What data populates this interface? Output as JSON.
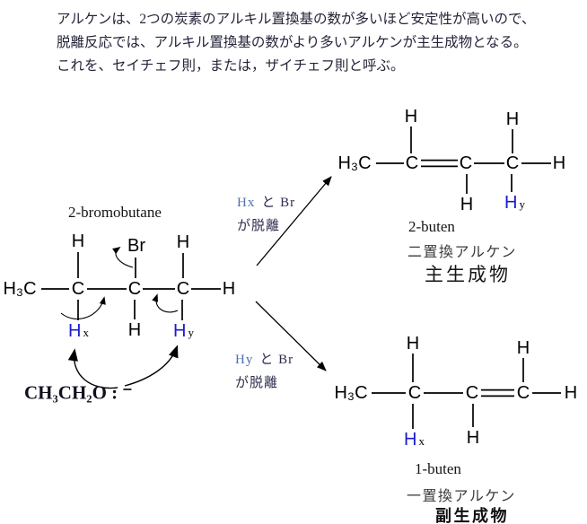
{
  "intro": {
    "line1": "アルケンは、2つの炭素のアルキル置換基の数が多いほど安定性が高いので、",
    "line2": "脱離反応では、アルキル置換基の数がより多いアルケンが主生成物となる。",
    "line3": "これを、セイチェフ則，または，ザイチェフ則と呼ぶ。"
  },
  "colors": {
    "atom_blue_h": "#1b1bd0",
    "label_blue": "#4f6fae",
    "text_dark": "#24243a",
    "bond": "#000000"
  },
  "reactant": {
    "name": "2-bromobutane",
    "reagent": "CH₃CH₂O : ⁻",
    "atoms": {
      "h3c": "H₃C",
      "c1": "C",
      "c2": "C",
      "c3": "C",
      "h_right": "H",
      "h_top_c1": "H",
      "br": "Br",
      "h_top_c3": "H",
      "hx_h": "H",
      "hx_sub": "x",
      "h_bottom_c2": "H",
      "hy_h": "H",
      "hy_sub": "y"
    }
  },
  "pathways": {
    "major": {
      "eliminated": "Hx",
      "rest": "と Br",
      "verb": "が脱離"
    },
    "minor": {
      "eliminated": "Hy",
      "rest": "と Br",
      "verb": "が脱離"
    }
  },
  "product_major": {
    "name": "2-buten",
    "classification": "二置換アルケン",
    "role": "主生成物",
    "atoms": {
      "h3c": "H₃C",
      "c1": "C",
      "c2": "C",
      "c3": "C",
      "h_right": "H",
      "h_top_c1": "H",
      "h_top_c3": "H",
      "h_bottom_c2": "H",
      "hy_h": "H",
      "hy_sub": "y"
    }
  },
  "product_minor": {
    "name": "1-buten",
    "classification": "一置換アルケン",
    "role": "副生成物",
    "atoms": {
      "h3c": "H₃C",
      "c1": "C",
      "c2": "C",
      "c3": "C",
      "h_right": "H",
      "h_top_c1": "H",
      "h_top_c3": "H",
      "h_bottom_c2": "H",
      "hx_h": "H",
      "hx_sub": "x"
    }
  }
}
